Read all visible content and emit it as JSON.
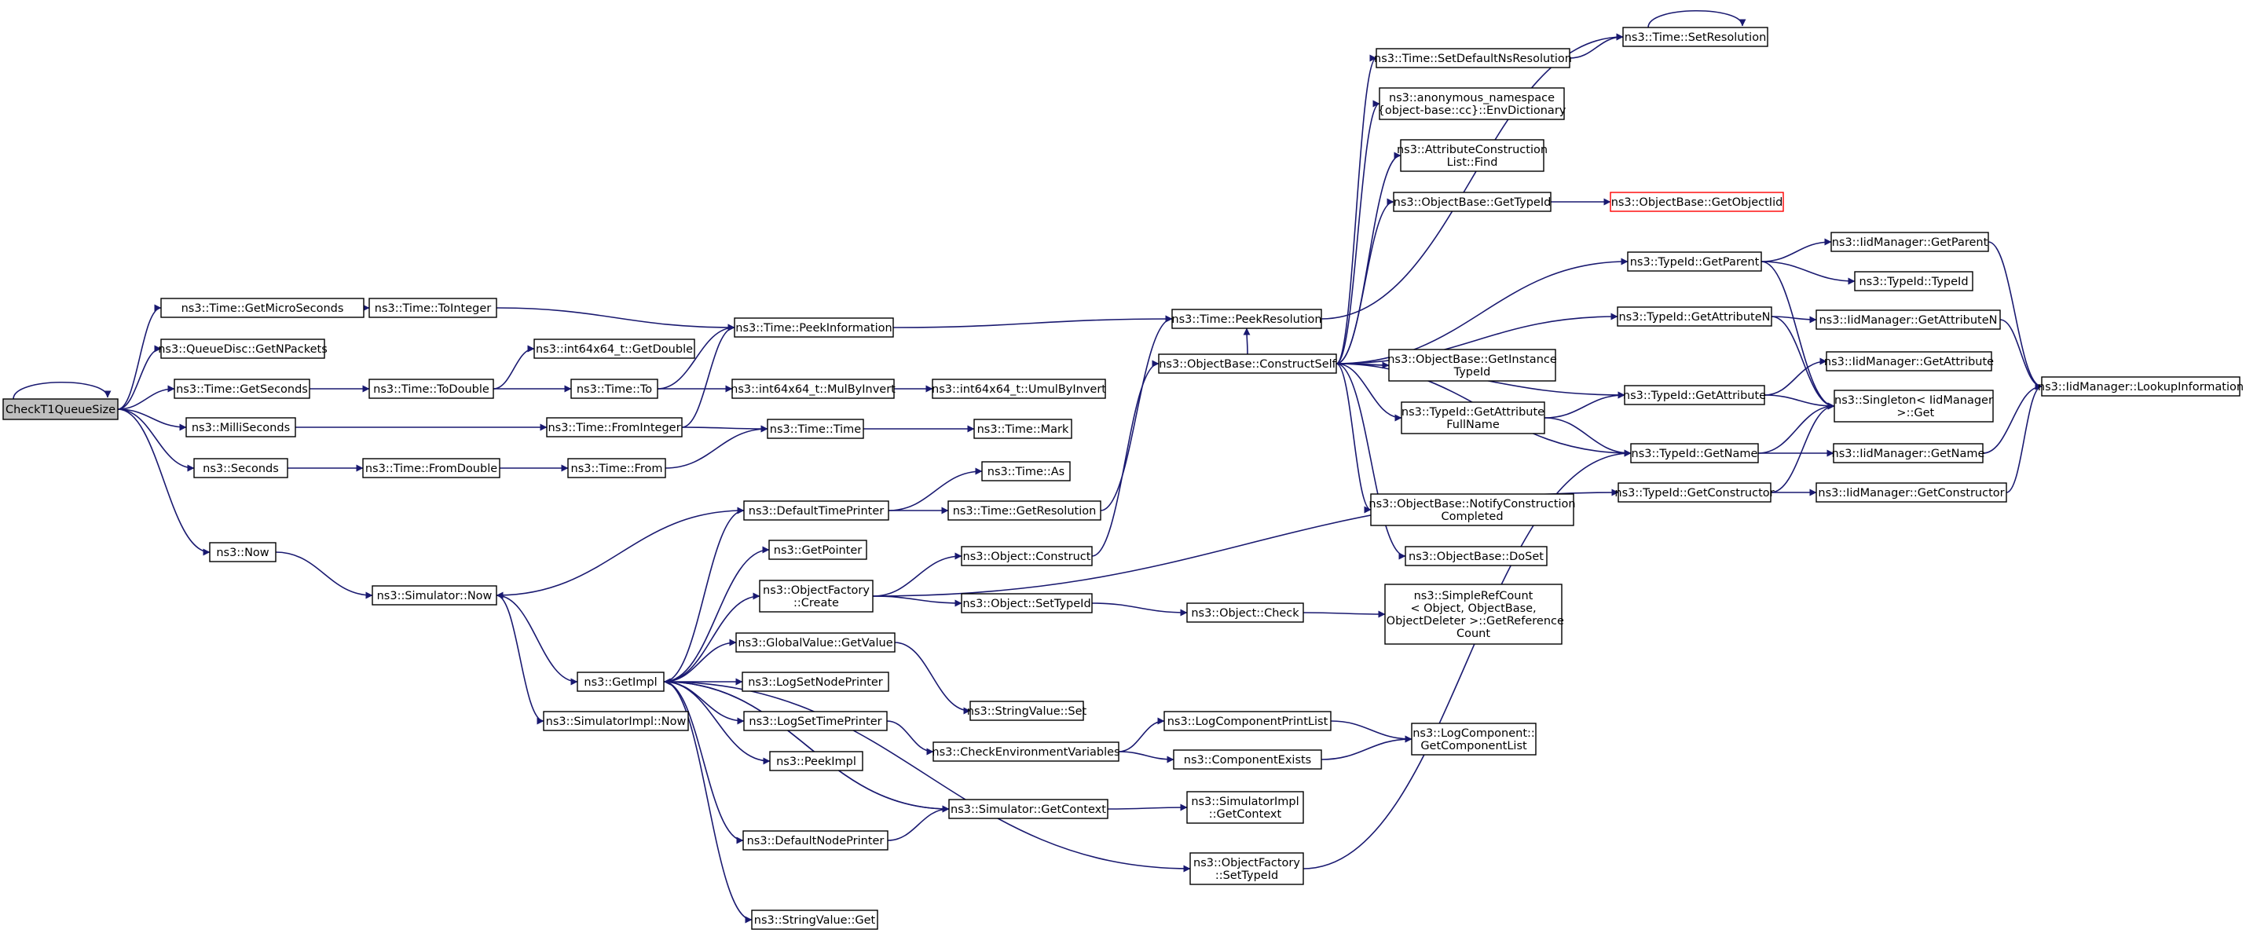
{
  "graph": {
    "edge_color": "#191970",
    "root_fill": "#bfbfbf",
    "missing_border": "#ff0000",
    "nodes": [
      {
        "id": "root",
        "label": "CheckT1QueueSize",
        "kind": "root"
      },
      {
        "id": "getMicro",
        "label": "ns3::Time::GetMicroSeconds"
      },
      {
        "id": "toInteger",
        "label": "ns3::Time::ToInteger"
      },
      {
        "id": "qdiscGetN",
        "label": "ns3::QueueDisc::GetNPackets"
      },
      {
        "id": "getSeconds",
        "label": "ns3::Time::GetSeconds"
      },
      {
        "id": "toDouble",
        "label": "ns3::Time::ToDouble"
      },
      {
        "id": "milli",
        "label": "ns3::MilliSeconds"
      },
      {
        "id": "seconds",
        "label": "ns3::Seconds"
      },
      {
        "id": "fromDouble",
        "label": "ns3::Time::FromDouble"
      },
      {
        "id": "now",
        "label": "ns3::Now"
      },
      {
        "id": "simNow",
        "label": "ns3::Simulator::Now"
      },
      {
        "id": "getImpl",
        "label": "ns3::GetImpl"
      },
      {
        "id": "simImplNow",
        "label": "ns3::SimulatorImpl::Now"
      },
      {
        "id": "int64GetDouble",
        "label": "ns3::int64x64_t::GetDouble"
      },
      {
        "id": "timeTo",
        "label": "ns3::Time::To"
      },
      {
        "id": "fromInteger",
        "label": "ns3::Time::FromInteger"
      },
      {
        "id": "timeFrom",
        "label": "ns3::Time::From"
      },
      {
        "id": "peekInfo",
        "label": "ns3::Time::PeekInformation"
      },
      {
        "id": "mulByInvert",
        "label": "ns3::int64x64_t::MulByInvert"
      },
      {
        "id": "umulByInvert",
        "label": "ns3::int64x64_t::UmulByInvert"
      },
      {
        "id": "timeTime",
        "label": "ns3::Time::Time"
      },
      {
        "id": "timeMark",
        "label": "ns3::Time::Mark"
      },
      {
        "id": "timeAs",
        "label": "ns3::Time::As"
      },
      {
        "id": "defTimePrinter",
        "label": "ns3::DefaultTimePrinter"
      },
      {
        "id": "getResolution",
        "label": "ns3::Time::GetResolution"
      },
      {
        "id": "getPointer",
        "label": "ns3::GetPointer"
      },
      {
        "id": "objFactoryCreate",
        "label": "ns3::ObjectFactory\n::Create"
      },
      {
        "id": "objConstruct",
        "label": "ns3::Object::Construct"
      },
      {
        "id": "objSetTypeId",
        "label": "ns3::Object::SetTypeId"
      },
      {
        "id": "objCheck",
        "label": "ns3::Object::Check"
      },
      {
        "id": "simpleRefCount",
        "label": "ns3::SimpleRefCount\n< Object, ObjectBase,\n ObjectDeleter >::GetReference\nCount"
      },
      {
        "id": "globalGetValue",
        "label": "ns3::GlobalValue::GetValue"
      },
      {
        "id": "stringSet",
        "label": "ns3::StringValue::Set"
      },
      {
        "id": "logSetNode",
        "label": "ns3::LogSetNodePrinter"
      },
      {
        "id": "logSetTime",
        "label": "ns3::LogSetTimePrinter"
      },
      {
        "id": "checkEnv",
        "label": "ns3::CheckEnvironmentVariables"
      },
      {
        "id": "logCompPrintList",
        "label": "ns3::LogComponentPrintList"
      },
      {
        "id": "compExists",
        "label": "ns3::ComponentExists"
      },
      {
        "id": "logCompGetList",
        "label": "ns3::LogComponent::\nGetComponentList"
      },
      {
        "id": "peekImpl",
        "label": "ns3::PeekImpl"
      },
      {
        "id": "simGetContext",
        "label": "ns3::Simulator::GetContext"
      },
      {
        "id": "simImplGetContext",
        "label": "ns3::SimulatorImpl\n::GetContext"
      },
      {
        "id": "defNodePrinter",
        "label": "ns3::DefaultNodePrinter"
      },
      {
        "id": "objFactorySetTypeId",
        "label": "ns3::ObjectFactory\n::SetTypeId"
      },
      {
        "id": "stringGet",
        "label": "ns3::StringValue::Get"
      },
      {
        "id": "peekResolution",
        "label": "ns3::Time::PeekResolution"
      },
      {
        "id": "constructSelf",
        "label": "ns3::ObjectBase::ConstructSelf"
      },
      {
        "id": "setDefaultNs",
        "label": "ns3::Time::SetDefaultNsResolution"
      },
      {
        "id": "setResolution",
        "label": "ns3::Time::SetResolution"
      },
      {
        "id": "envDictionary",
        "label": "ns3::anonymous_namespace\n{object-base::cc}::EnvDictionary"
      },
      {
        "id": "attrConstrFind",
        "label": "ns3::AttributeConstruction\nList::Find"
      },
      {
        "id": "objBaseGetTypeId",
        "label": "ns3::ObjectBase::GetTypeId"
      },
      {
        "id": "objBaseGetObjectIid",
        "label": "ns3::ObjectBase::GetObjectIid",
        "kind": "missing"
      },
      {
        "id": "typeIdGetParent",
        "label": "ns3::TypeId::GetParent"
      },
      {
        "id": "iidGetParent",
        "label": "ns3::IidManager::GetParent"
      },
      {
        "id": "typeIdTypeId",
        "label": "ns3::TypeId::TypeId"
      },
      {
        "id": "typeIdGetAttrN",
        "label": "ns3::TypeId::GetAttributeN"
      },
      {
        "id": "iidGetAttrN",
        "label": "ns3::IidManager::GetAttributeN"
      },
      {
        "id": "objBaseGetInstance",
        "label": "ns3::ObjectBase::GetInstance\nTypeId"
      },
      {
        "id": "typeIdGetAttr",
        "label": "ns3::TypeId::GetAttribute"
      },
      {
        "id": "iidGetAttr",
        "label": "ns3::IidManager::GetAttribute"
      },
      {
        "id": "singletonGet",
        "label": "ns3::Singleton< IidManager\n >::Get"
      },
      {
        "id": "typeIdGetAttrFull",
        "label": "ns3::TypeId::GetAttribute\nFullName"
      },
      {
        "id": "typeIdGetName",
        "label": "ns3::TypeId::GetName"
      },
      {
        "id": "iidGetName",
        "label": "ns3::IidManager::GetName"
      },
      {
        "id": "typeIdGetConstructor",
        "label": "ns3::TypeId::GetConstructor"
      },
      {
        "id": "iidGetConstructor",
        "label": "ns3::IidManager::GetConstructor"
      },
      {
        "id": "iidLookup",
        "label": "ns3::IidManager::LookupInformation"
      },
      {
        "id": "notifyConstruction",
        "label": "ns3::ObjectBase::NotifyConstruction\nCompleted"
      },
      {
        "id": "doSet",
        "label": "ns3::ObjectBase::DoSet"
      }
    ],
    "edges": [
      [
        "root",
        "root"
      ],
      [
        "root",
        "getMicro"
      ],
      [
        "root",
        "qdiscGetN"
      ],
      [
        "root",
        "getSeconds"
      ],
      [
        "root",
        "milli"
      ],
      [
        "root",
        "seconds"
      ],
      [
        "root",
        "now"
      ],
      [
        "getMicro",
        "toInteger"
      ],
      [
        "toInteger",
        "peekInfo"
      ],
      [
        "getSeconds",
        "toDouble"
      ],
      [
        "toDouble",
        "int64GetDouble"
      ],
      [
        "toDouble",
        "timeTo"
      ],
      [
        "timeTo",
        "peekInfo"
      ],
      [
        "timeTo",
        "mulByInvert"
      ],
      [
        "mulByInvert",
        "umulByInvert"
      ],
      [
        "milli",
        "fromInteger"
      ],
      [
        "fromInteger",
        "peekInfo"
      ],
      [
        "fromInteger",
        "timeTime"
      ],
      [
        "seconds",
        "fromDouble"
      ],
      [
        "fromDouble",
        "timeFrom"
      ],
      [
        "timeFrom",
        "timeTime"
      ],
      [
        "timeTime",
        "timeMark"
      ],
      [
        "peekInfo",
        "peekResolution"
      ],
      [
        "now",
        "simNow"
      ],
      [
        "simNow",
        "getImpl"
      ],
      [
        "simNow",
        "simImplNow"
      ],
      [
        "defTimePrinter",
        "simNow"
      ],
      [
        "defTimePrinter",
        "timeAs"
      ],
      [
        "defTimePrinter",
        "getResolution"
      ],
      [
        "getResolution",
        "peekResolution"
      ],
      [
        "getImpl",
        "defTimePrinter"
      ],
      [
        "getImpl",
        "getPointer"
      ],
      [
        "getImpl",
        "objFactoryCreate"
      ],
      [
        "getImpl",
        "globalGetValue"
      ],
      [
        "getImpl",
        "logSetNode"
      ],
      [
        "getImpl",
        "logSetTime"
      ],
      [
        "getImpl",
        "peekImpl"
      ],
      [
        "getImpl",
        "simGetContext"
      ],
      [
        "getImpl",
        "defNodePrinter"
      ],
      [
        "getImpl",
        "objFactorySetTypeId"
      ],
      [
        "getImpl",
        "stringGet"
      ],
      [
        "objFactoryCreate",
        "objConstruct"
      ],
      [
        "objFactoryCreate",
        "objSetTypeId"
      ],
      [
        "objFactoryCreate",
        "typeIdGetConstructor"
      ],
      [
        "objConstruct",
        "constructSelf"
      ],
      [
        "objSetTypeId",
        "objCheck"
      ],
      [
        "objCheck",
        "simpleRefCount"
      ],
      [
        "globalGetValue",
        "stringSet"
      ],
      [
        "logSetTime",
        "checkEnv"
      ],
      [
        "checkEnv",
        "logCompPrintList"
      ],
      [
        "checkEnv",
        "compExists"
      ],
      [
        "logCompPrintList",
        "logCompGetList"
      ],
      [
        "compExists",
        "logCompGetList"
      ],
      [
        "simGetContext",
        "getImpl"
      ],
      [
        "simGetContext",
        "simImplGetContext"
      ],
      [
        "defNodePrinter",
        "simGetContext"
      ],
      [
        "objFactorySetTypeId",
        "typeIdGetName"
      ],
      [
        "peekResolution",
        "setResolution"
      ],
      [
        "setDefaultNs",
        "setResolution"
      ],
      [
        "setResolution",
        "setResolution"
      ],
      [
        "constructSelf",
        "setDefaultNs"
      ],
      [
        "constructSelf",
        "envDictionary"
      ],
      [
        "constructSelf",
        "attrConstrFind"
      ],
      [
        "constructSelf",
        "objBaseGetTypeId"
      ],
      [
        "constructSelf",
        "typeIdGetParent"
      ],
      [
        "constructSelf",
        "typeIdGetAttrN"
      ],
      [
        "constructSelf",
        "typeIdGetAttr"
      ],
      [
        "constructSelf",
        "objBaseGetInstance"
      ],
      [
        "constructSelf",
        "typeIdGetAttrFull"
      ],
      [
        "constructSelf",
        "typeIdGetName"
      ],
      [
        "constructSelf",
        "notifyConstruction"
      ],
      [
        "constructSelf",
        "doSet"
      ],
      [
        "constructSelf",
        "peekResolution"
      ],
      [
        "objBaseGetTypeId",
        "objBaseGetObjectIid"
      ],
      [
        "typeIdGetParent",
        "iidGetParent"
      ],
      [
        "typeIdGetParent",
        "typeIdTypeId"
      ],
      [
        "typeIdGetParent",
        "singletonGet"
      ],
      [
        "typeIdGetAttrN",
        "iidGetAttrN"
      ],
      [
        "typeIdGetAttrN",
        "singletonGet"
      ],
      [
        "typeIdGetAttrFull",
        "typeIdGetAttr"
      ],
      [
        "typeIdGetAttrFull",
        "typeIdGetName"
      ],
      [
        "typeIdGetAttr",
        "iidGetAttr"
      ],
      [
        "typeIdGetAttr",
        "singletonGet"
      ],
      [
        "typeIdGetName",
        "iidGetName"
      ],
      [
        "typeIdGetName",
        "singletonGet"
      ],
      [
        "typeIdGetConstructor",
        "iidGetConstructor"
      ],
      [
        "typeIdGetConstructor",
        "singletonGet"
      ],
      [
        "iidGetParent",
        "iidLookup"
      ],
      [
        "iidGetAttrN",
        "iidLookup"
      ],
      [
        "iidGetName",
        "iidLookup"
      ],
      [
        "iidGetConstructor",
        "iidLookup"
      ]
    ]
  }
}
